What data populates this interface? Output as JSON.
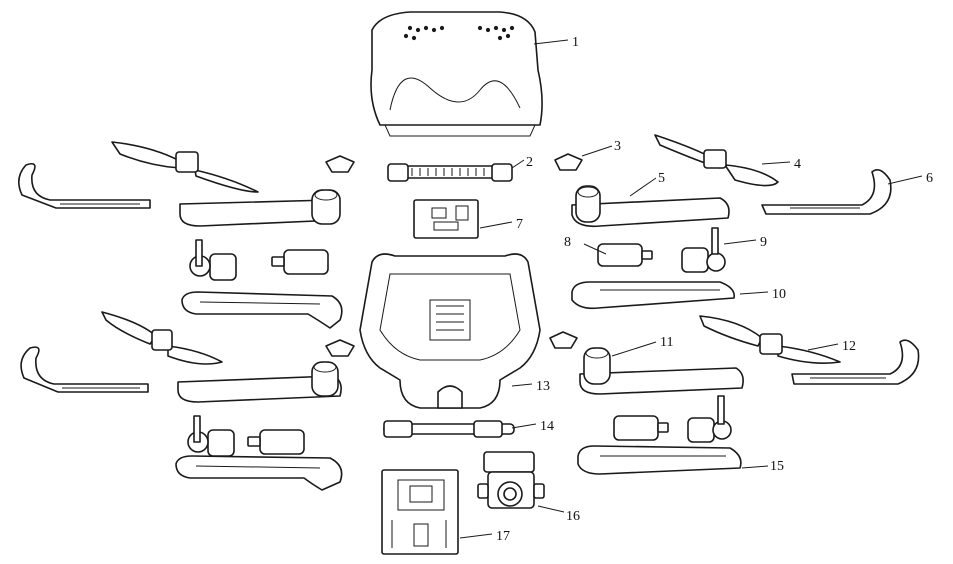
{
  "figure": {
    "type": "exploded-parts-diagram",
    "callouts": [
      "1",
      "2",
      "3",
      "4",
      "5",
      "6",
      "7",
      "8",
      "9",
      "10",
      "11",
      "12",
      "13",
      "14",
      "15",
      "16",
      "17"
    ]
  },
  "colors": {
    "line": "#1a1a1a",
    "background": "#ffffff"
  }
}
